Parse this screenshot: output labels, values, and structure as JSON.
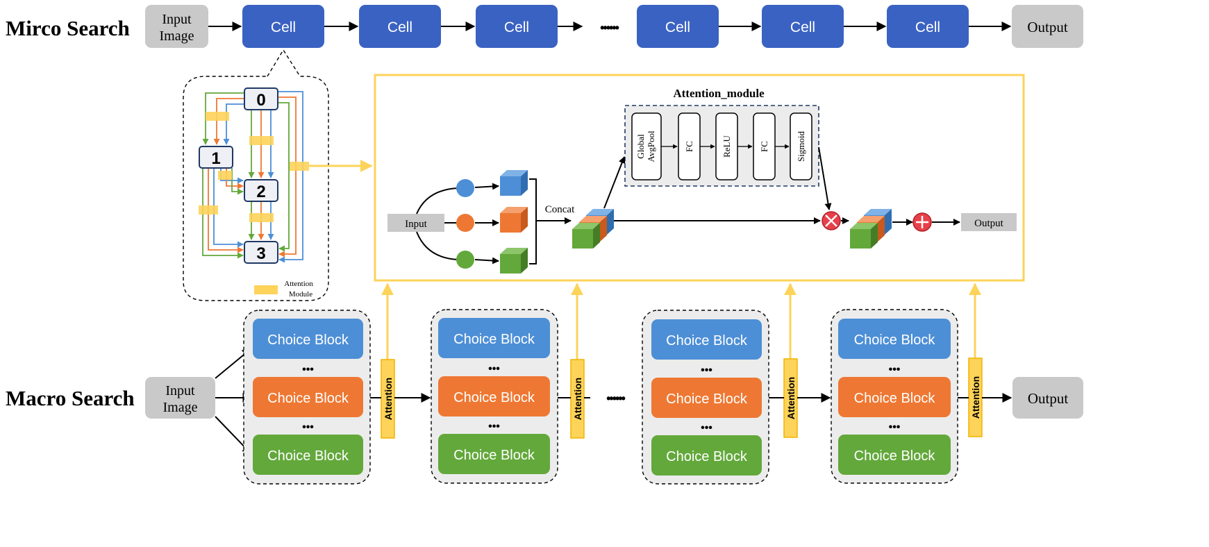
{
  "micro": {
    "title": "Mirco Search",
    "input_label": [
      "Input",
      "Image"
    ],
    "cell_label": "Cell",
    "ellipsis": "••••••",
    "output_label": "Output"
  },
  "cell_graph": {
    "nodes": [
      "0",
      "1",
      "2",
      "3"
    ],
    "legend_label": [
      "Attention",
      "Module"
    ]
  },
  "attention_detail": {
    "title": "Attention_module",
    "input_label": "Input",
    "concat_label": "Concat",
    "output_label": "Output",
    "steps": [
      [
        "Global",
        "AvgPool"
      ],
      [
        "FC"
      ],
      [
        "ReLU"
      ],
      [
        "FC"
      ],
      [
        "Sigmoid"
      ]
    ]
  },
  "macro": {
    "title": "Macro Search",
    "input_label": [
      "Input",
      "Image"
    ],
    "choice_label": "Choice Block",
    "dots": "•••",
    "attention_label": "Attention",
    "ellipsis": "••••••",
    "output_label": "Output"
  },
  "colors": {
    "cell_blue": "#3a62c2",
    "gray_box": "#c9c9c9",
    "attention_yellow": "#fdd35a",
    "attention_border": "#f0b400",
    "blue": "#4d8fd6",
    "orange": "#ee7833",
    "green": "#63a83b",
    "dark_navy": "#1f3864",
    "red": "#e8404a"
  }
}
